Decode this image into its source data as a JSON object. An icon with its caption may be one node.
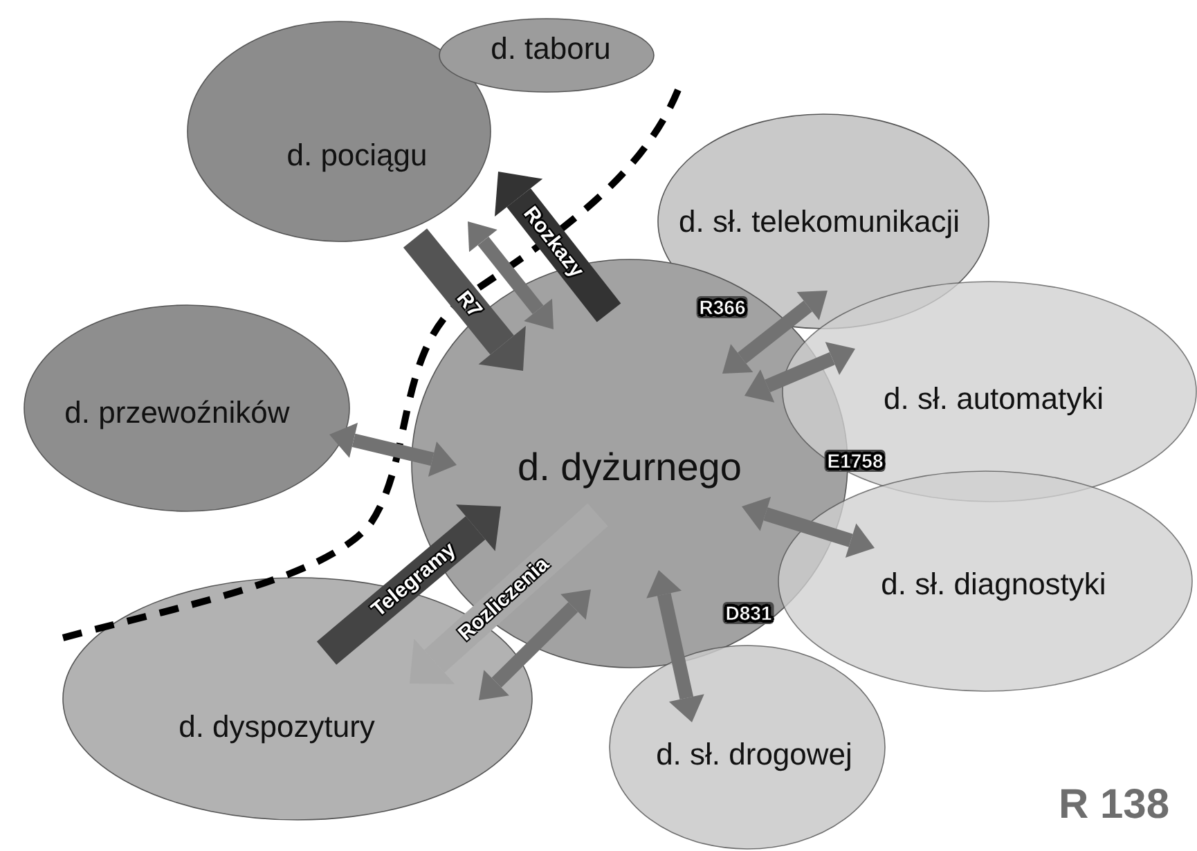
{
  "diagram": {
    "nodes": [
      {
        "text": [
          "d. pociągu"
        ]
      },
      {
        "text": [
          "d. taboru"
        ]
      },
      {
        "text": [
          "d. sł. telekomunikacji"
        ]
      },
      {
        "text": [
          "d. przewoźników"
        ]
      },
      {
        "text": [
          "d. dyżurnego"
        ]
      },
      {
        "text": [
          "d. sł. automatyki"
        ]
      },
      {
        "text": [
          "d. sł. diagnostyki"
        ]
      },
      {
        "text": [
          "d. dyspozytury"
        ]
      },
      {
        "text": [
          "d. sł. drogowej"
        ]
      }
    ],
    "edges": [
      {
        "from": 0,
        "to": 4,
        "arrow": "to",
        "label": "R7",
        "style": "thick",
        "color": "#545454"
      },
      {
        "from": 4,
        "to": 0,
        "arrow": "to",
        "label": "Rozkazy",
        "style": "thick",
        "color": "#333333"
      },
      {
        "from": 0,
        "to": 4,
        "arrow": "both"
      },
      {
        "from": 2,
        "to": 4,
        "arrow": "both"
      },
      {
        "from": 5,
        "to": 4,
        "arrow": "both"
      },
      {
        "from": 3,
        "to": 4,
        "arrow": "both"
      },
      {
        "from": 6,
        "to": 4,
        "arrow": "both"
      },
      {
        "from": 8,
        "to": 4,
        "arrow": "both"
      },
      {
        "from": 7,
        "to": 4,
        "arrow": "to",
        "label": "Telegramy",
        "style": "thick",
        "color": "#444444"
      },
      {
        "from": 4,
        "to": 7,
        "arrow": "to",
        "label": "Rozliczenia",
        "style": "thick",
        "color": "#a9a9a9"
      },
      {
        "from": 7,
        "to": 4,
        "arrow": "both"
      }
    ],
    "labels": [
      "R366",
      "E1758",
      "D831",
      "R 138"
    ]
  }
}
